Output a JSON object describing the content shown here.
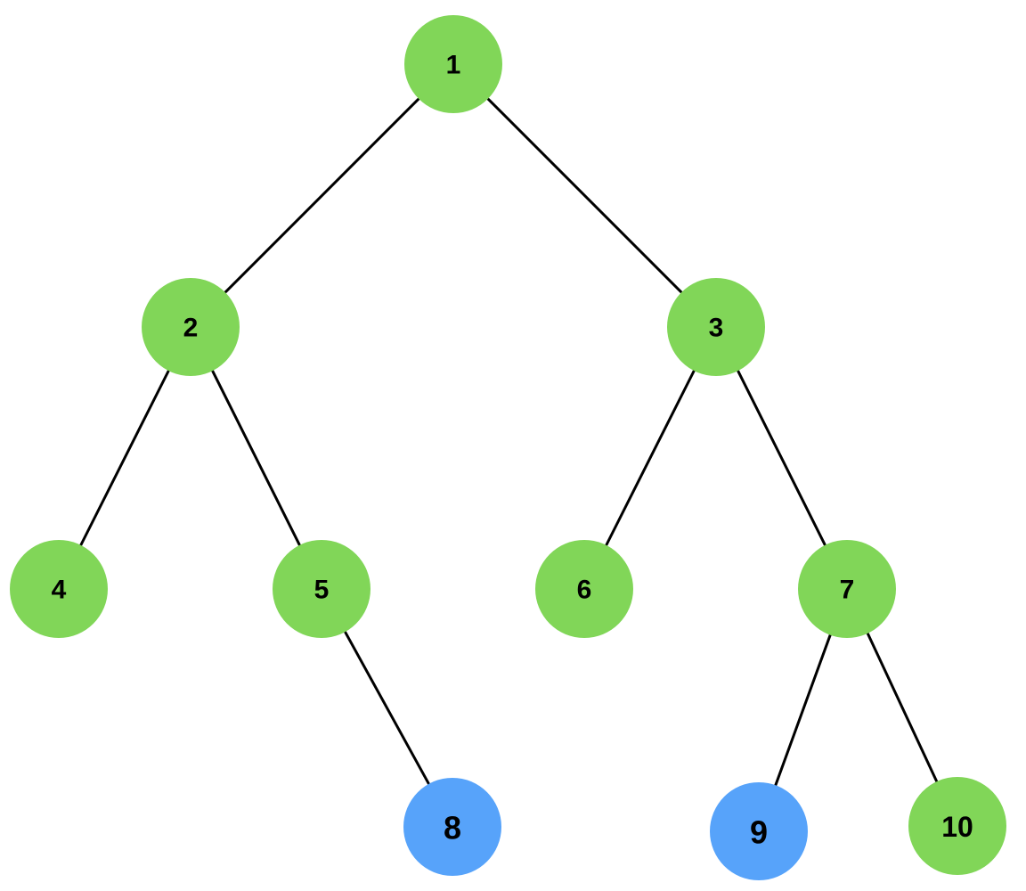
{
  "colors": {
    "green": "#81d658",
    "blue": "#57a3fa",
    "edge": "#000000",
    "label": "#000000"
  },
  "nodes": [
    {
      "id": "n1",
      "label": "1",
      "color": "green"
    },
    {
      "id": "n2",
      "label": "2",
      "color": "green"
    },
    {
      "id": "n3",
      "label": "3",
      "color": "green"
    },
    {
      "id": "n4",
      "label": "4",
      "color": "green"
    },
    {
      "id": "n5",
      "label": "5",
      "color": "green"
    },
    {
      "id": "n6",
      "label": "6",
      "color": "green"
    },
    {
      "id": "n7",
      "label": "7",
      "color": "green"
    },
    {
      "id": "n8",
      "label": "8",
      "color": "blue"
    },
    {
      "id": "n9",
      "label": "9",
      "color": "blue"
    },
    {
      "id": "n10",
      "label": "10",
      "color": "green"
    }
  ],
  "edges": [
    {
      "from": "n1",
      "to": "n2"
    },
    {
      "from": "n1",
      "to": "n3"
    },
    {
      "from": "n2",
      "to": "n4"
    },
    {
      "from": "n2",
      "to": "n5"
    },
    {
      "from": "n3",
      "to": "n6"
    },
    {
      "from": "n3",
      "to": "n7"
    },
    {
      "from": "n5",
      "to": "n8"
    },
    {
      "from": "n7",
      "to": "n9"
    },
    {
      "from": "n7",
      "to": "n10"
    }
  ]
}
